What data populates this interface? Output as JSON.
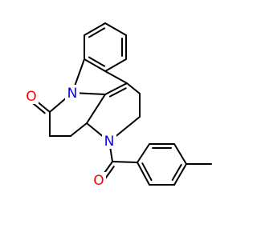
{
  "structure": {
    "colors": {
      "background": "#ffffff",
      "bond": "#000000",
      "oxygen": "#ff0000",
      "nitrogen": "#0000ff"
    },
    "atoms": {
      "o_lactam": {
        "element": "O",
        "label": "O",
        "color": "#ff0000"
      },
      "n_indole": {
        "element": "N",
        "label": "N",
        "color": "#0000ff"
      },
      "n_amide": {
        "element": "N",
        "label": "N",
        "color": "#0000ff"
      },
      "o_benzoyl": {
        "element": "O",
        "label": "O",
        "color": "#ff0000"
      }
    }
  }
}
